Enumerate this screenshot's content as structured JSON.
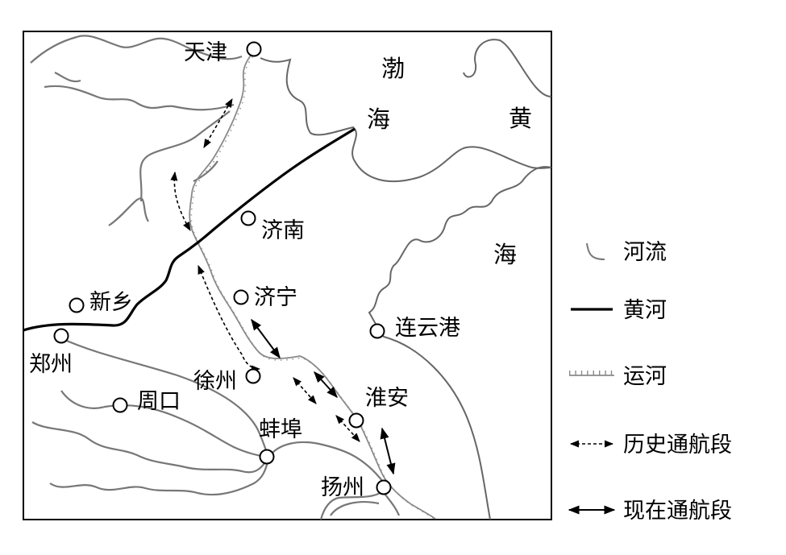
{
  "seas": {
    "bohai_1": "渤",
    "bohai_2": "海",
    "huanghai_1": "黄",
    "huanghai_2": "海"
  },
  "cities": {
    "tianjin": "天津",
    "jinan": "济南",
    "xinxiang": "新乡",
    "jining": "济宁",
    "lianyungang": "连云港",
    "zhengzhou": "郑州",
    "xuzhou": "徐州",
    "huaian": "淮安",
    "zhoukou": "周口",
    "bengbu": "蚌埠",
    "yangzhou": "扬州"
  },
  "legend": {
    "river": "河流",
    "yellow_river": "黄河",
    "canal": "运河",
    "historical_route": "历史通航段",
    "current_route": "现在通航段"
  },
  "colors": {
    "river": "#777777",
    "canal": "#8a8a8a",
    "yellow_river": "#000000"
  }
}
